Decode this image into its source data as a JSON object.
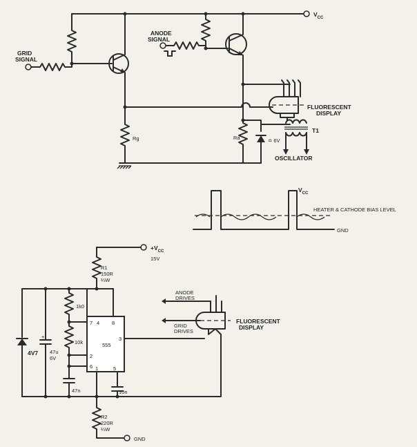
{
  "labels": {
    "vcc_top": "V",
    "vcc_top_sub": "CC",
    "grid_signal_1": "GRID",
    "grid_signal_2": "SIGNAL",
    "anode_signal_1": "ANODE",
    "anode_signal_2": "SIGNAL",
    "fluorescent_display_1": "FLUORESCENT",
    "fluorescent_display_2": "DISPLAY",
    "rg": "Rg",
    "ra": "Ra",
    "zener_top": "6V",
    "t1": "T1",
    "oscillator": "OSCILLATOR"
  },
  "waveform": {
    "vcc": "V",
    "vcc_sub": "CC",
    "bias_level": "HEATER & CATHODE BIAS LEVEL",
    "gnd": "GND"
  },
  "timer_circuit": {
    "vcc": "+V",
    "vcc_sub": "CC",
    "vcc_value": "15V",
    "r1_name": "R1",
    "r1_value": "150R",
    "r1_power": "¼W",
    "r_1k0": "1k0",
    "r_10k": "10k",
    "ic": "555",
    "pin7": "7",
    "pin4": "4",
    "pin8": "8",
    "pin3": "3",
    "pin2": "2",
    "pin6": "6",
    "pin1": "1",
    "pin5": "5",
    "c_47n": "47n",
    "c_10n": "10n",
    "c_47u": "47u",
    "c_47u_v": "6V",
    "zener": "4V7",
    "r2_name": "R2",
    "r2_value": "220R",
    "r2_power": "¼W",
    "gnd": "GND",
    "anode_drives_1": "ANODE",
    "anode_drives_2": "DRIVES",
    "grid_drives_1": "GRID",
    "grid_drives_2": "DRIVES",
    "fluor_1": "FLUORESCENT",
    "fluor_2": "DISPLAY"
  }
}
